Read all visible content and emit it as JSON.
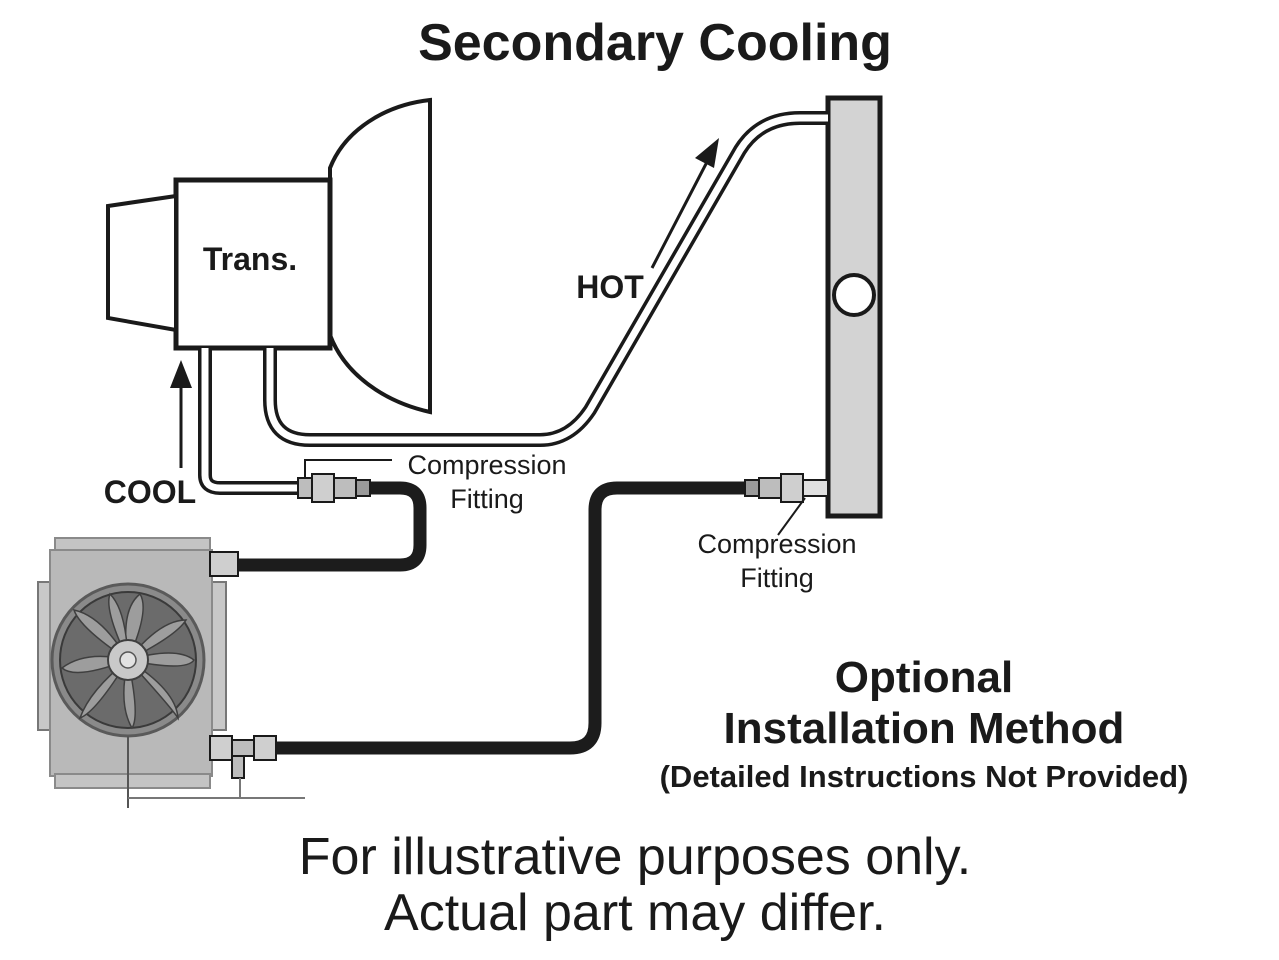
{
  "title": "Secondary Cooling",
  "transmission": {
    "label": "Trans."
  },
  "flows": {
    "hot_label": "HOT",
    "cool_label": "COOL"
  },
  "fittings": [
    {
      "line1": "Compression",
      "line2": "Fitting"
    },
    {
      "line1": "Compression",
      "line2": "Fitting"
    }
  ],
  "optional": {
    "line1": "Optional",
    "line2": "Installation Method",
    "line3": "(Detailed Instructions Not Provided)"
  },
  "disclaimer": {
    "line1": "For illustrative purposes only.",
    "line2": "Actual part may differ."
  },
  "colors": {
    "ink": "#1a1a1a",
    "hose": "#1c1c1c",
    "radiator_fill": "#d3d3d3",
    "cooler_body": "#b9b9b9",
    "fan_dark": "#555555"
  }
}
